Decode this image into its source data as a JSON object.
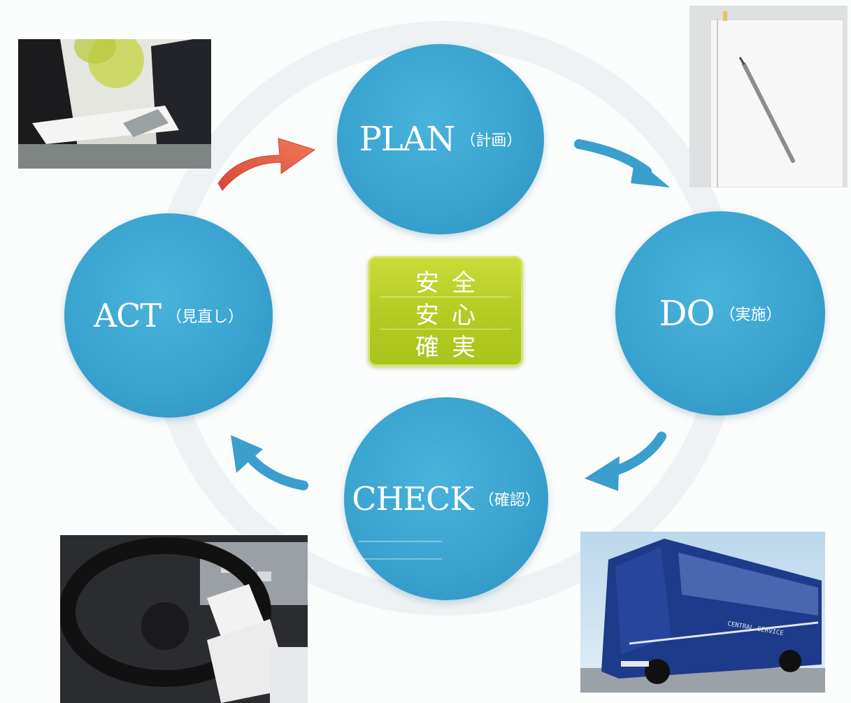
{
  "cycle": {
    "plan": {
      "en": "PLAN",
      "jp": "（計画）"
    },
    "do": {
      "en": "DO",
      "jp": "（実施）"
    },
    "check": {
      "en": "CHECK",
      "jp": "（確認）"
    },
    "act": {
      "en": "ACT",
      "jp": "（見直し）"
    }
  },
  "center": {
    "lines": [
      "安全",
      "安心",
      "確実"
    ]
  },
  "photos": {
    "meeting": "business-meeting-photo",
    "notebook": "notebook-pencil-photo",
    "driver": "bus-driver-inspection-photo",
    "bus": "blue-coach-bus-photo"
  },
  "bus_livery_text": "CENTRAL SERVICE",
  "colors": {
    "node_blue": "#3aa3d0",
    "arrow_blue": "#3a9fcd",
    "arrow_red": "#e4604a",
    "center_green": "#b4cc24"
  }
}
